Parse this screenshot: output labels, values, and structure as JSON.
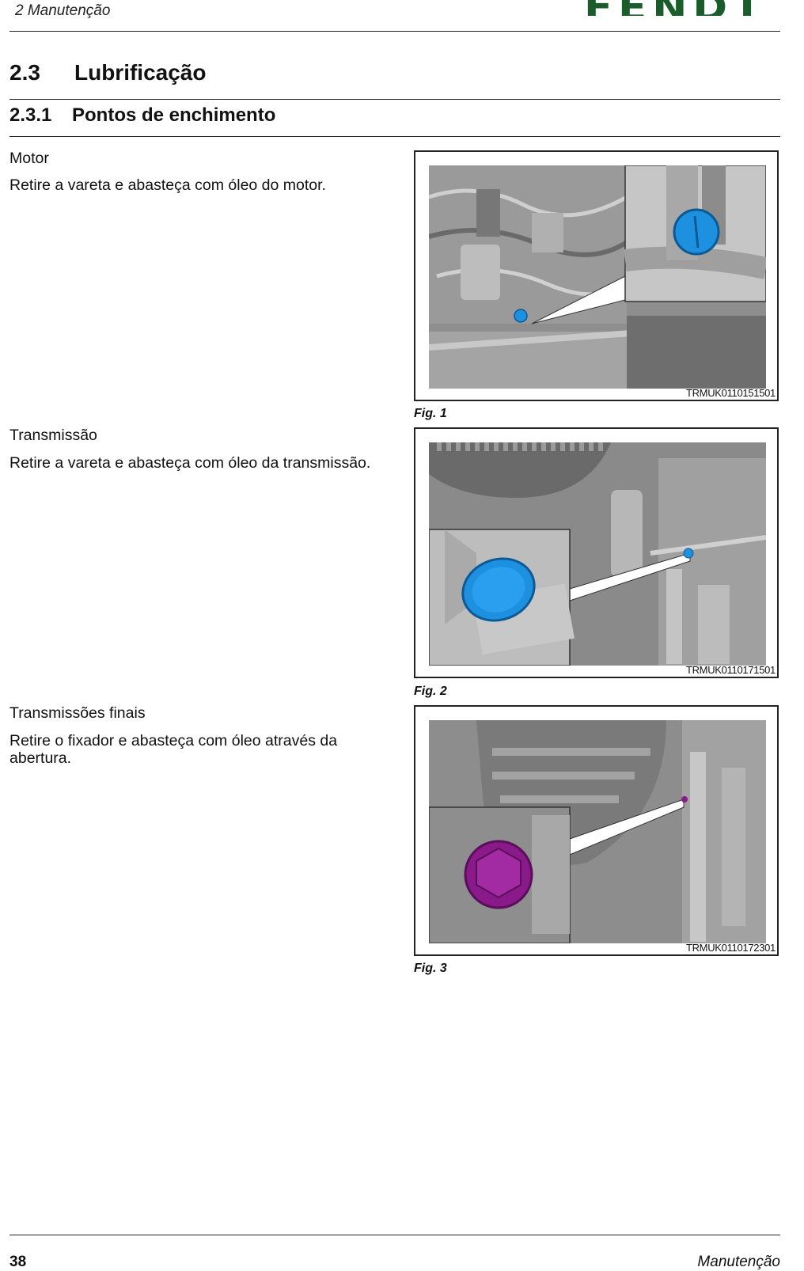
{
  "header": {
    "chapter": "2 Manutenção",
    "logo_text": "FENDT"
  },
  "heading1": {
    "number": "2.3",
    "title": "Lubrificação"
  },
  "heading2": {
    "number": "2.3.1",
    "title": "Pontos de enchimento"
  },
  "sections": [
    {
      "title": "Motor",
      "body": "Retire a vareta e abasteça com óleo do motor.",
      "fig_code": "TRMUK0110151501",
      "fig_caption": "Fig. 1",
      "highlight_color": "#1e90e0"
    },
    {
      "title": "Transmissão",
      "body": "Retire a vareta e abasteça com óleo da transmissão.",
      "fig_code": "TRMUK0110171501",
      "fig_caption": "Fig. 2",
      "highlight_color": "#1e90e0"
    },
    {
      "title": "Transmissões finais",
      "body": "Retire o fixador e abasteça com óleo através da abertura.",
      "fig_code": "TRMUK0110172301",
      "fig_caption": "Fig. 3",
      "highlight_color": "#8a1a8a"
    }
  ],
  "footer": {
    "page_number": "38",
    "section": "Manutenção"
  }
}
